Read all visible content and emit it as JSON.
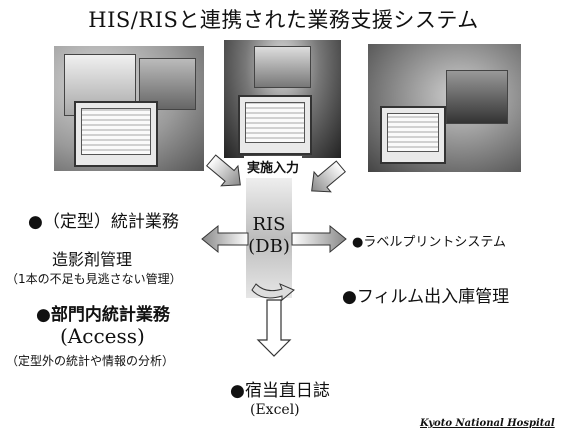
{
  "title": "HIS/RISと連携された業務支援システム",
  "input_label": "実施入力",
  "center": {
    "line1": "RIS",
    "line2": "(DB)"
  },
  "items": {
    "stats": "●（定型）統計業務",
    "contrast": "造影剤管理",
    "contrast_note": "（1本の不足も見逃さない管理）",
    "dept_stats": "●部門内統計業務",
    "access": "(Access)",
    "access_note": "（定型外の統計や情報の分析）",
    "label_print": "●ラベルプリントシステム",
    "film": "●フィルム出入庫管理",
    "duty_log": "●宿当直日誌",
    "excel": "(Excel)"
  },
  "footer": "Kyoto  National  Hospital"
}
